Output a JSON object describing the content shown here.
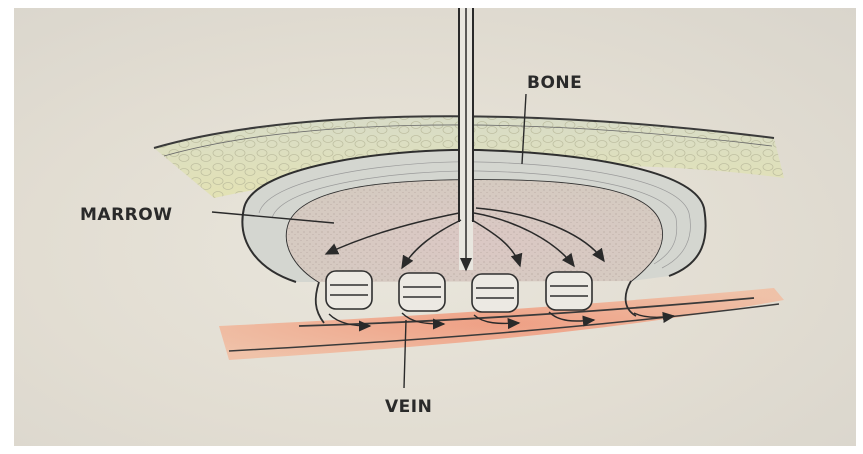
{
  "diagram": {
    "labels": {
      "bone": "BONE",
      "marrow": "MARROW",
      "vein": "VEIN"
    },
    "colors": {
      "background": "#e4e0d6",
      "bone_spongy": "#dde2bf",
      "cortex": "#d2d4ce",
      "marrow": "#d9c7c0",
      "vein": "#e8a488",
      "ink": "#2a2a2a"
    }
  }
}
